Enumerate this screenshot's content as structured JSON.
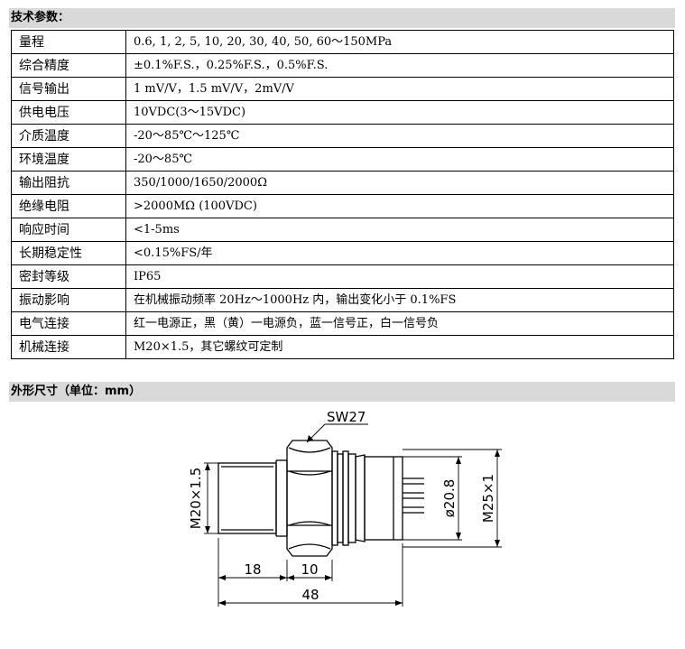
{
  "sections": {
    "specs_title": "技术参数：",
    "dims_title": "外形尺寸（单位：mm）"
  },
  "specs": [
    {
      "label": "量程",
      "value": "0.6, 1, 2, 5, 10, 20, 30, 40, 50, 60～150MPa"
    },
    {
      "label": "综合精度",
      "value": "±0.1%F.S.，0.25%F.S.，0.5%F.S."
    },
    {
      "label": "信号输出",
      "value": "1 mV/V，1.5 mV/V，2mV/V"
    },
    {
      "label": "供电电压",
      "value": "10VDC(3～15VDC)"
    },
    {
      "label": "介质温度",
      "value": "-20～85℃～125℃"
    },
    {
      "label": "环境温度",
      "value": "-20～85℃"
    },
    {
      "label": "输出阻抗",
      "value": "350/1000/1650/2000Ω"
    },
    {
      "label": "绝缘电阻",
      "value": ">2000MΩ (100VDC)"
    },
    {
      "label": "响应时间",
      "value": "<1-5ms"
    },
    {
      "label": "长期稳定性",
      "value": "<0.15%FS/年"
    },
    {
      "label": "密封等级",
      "value": "IP65"
    },
    {
      "label": "振动影响",
      "value": "在机械振动频率 20Hz～1000Hz 内，输出变化小于 0.1%FS"
    },
    {
      "label": "电气连接",
      "value": "红一电源正，黑（黄）一电源负，蓝一信号正，白一信号负"
    },
    {
      "label": "机械连接",
      "value": "M20×1.5，其它螺纹可定制"
    }
  ],
  "drawing": {
    "wrench": "SW27",
    "thread": "M20×1.5",
    "diameter": "ø20.8",
    "outer": "M25×1",
    "len_thread": "18",
    "len_hex": "10",
    "len_total": "48"
  }
}
